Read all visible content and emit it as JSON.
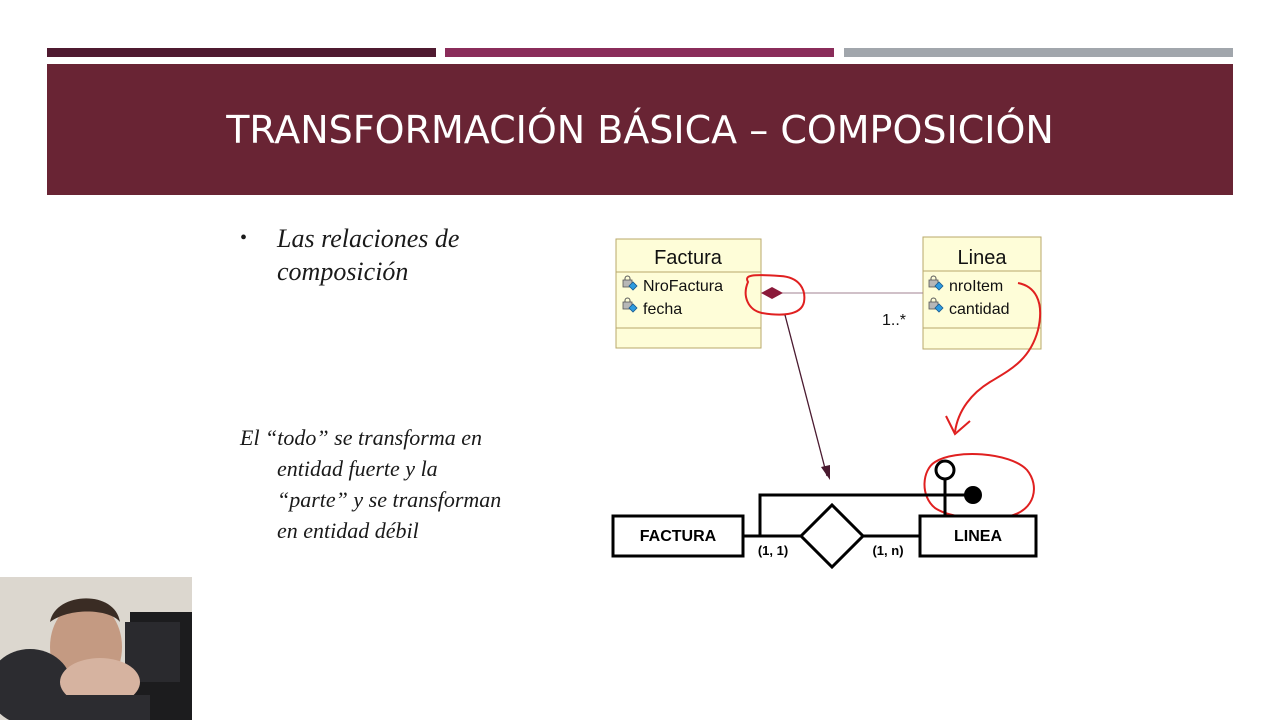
{
  "slide": {
    "title": "TRANSFORMACIÓN BÁSICA – COMPOSICIÓN",
    "bullet": "Las relaciones de composición",
    "paragraph_lines": [
      "El “todo”  se transforma en",
      "entidad fuerte y la",
      "“parte” y se transforman",
      "en entidad débil"
    ]
  },
  "uml": {
    "class_left": {
      "name": "Factura",
      "attributes": [
        "NroFactura",
        "fecha"
      ]
    },
    "class_right": {
      "name": "Linea",
      "attributes": [
        "nroItem",
        "cantidad"
      ]
    },
    "multiplicity": "1..*"
  },
  "er": {
    "entity_strong": "FACTURA",
    "entity_weak": "LINEA",
    "card_left": "(1, 1)",
    "card_right": "(1, n)"
  },
  "colors": {
    "title_band": "#692434",
    "bar_1": "#4f1a30",
    "bar_2": "#8a2c5a",
    "bar_3": "#a1a6ac",
    "uml_fill": "#fefdd8",
    "uml_border": "#b8a86a",
    "annotation_red": "#e02020",
    "composition_diamond": "#8b1a3a"
  }
}
